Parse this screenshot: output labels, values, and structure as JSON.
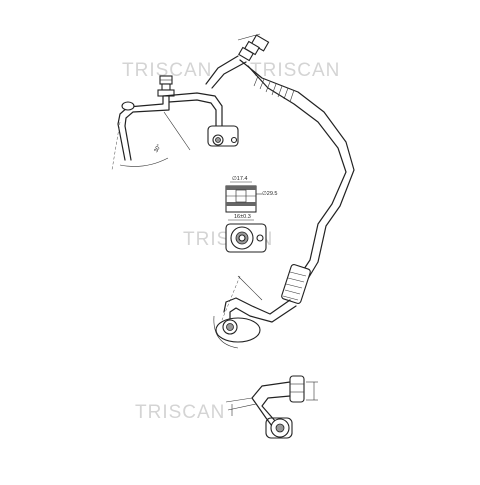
{
  "watermarks": [
    {
      "text": "TRISCAN"
    },
    {
      "text": "TRISCAN"
    },
    {
      "text": "TRISCAN"
    },
    {
      "text": "TRISCAN"
    }
  ],
  "dimensions": {
    "angle_label": "30°",
    "bore_label": "∅17.4",
    "outer_label": "∅29.5",
    "width_label": "16±0.3"
  }
}
